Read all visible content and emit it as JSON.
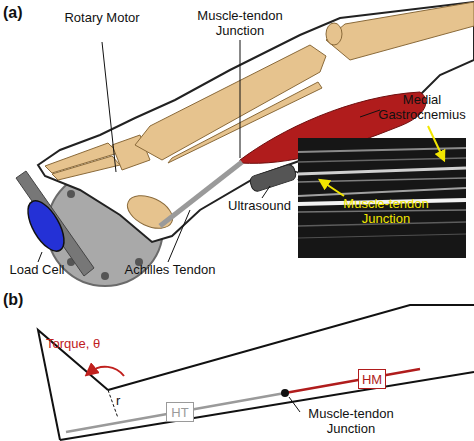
{
  "diagram": {
    "nodes": [
      {
        "text": [
          "Muscle-tendon Junction"
        ]
      },
      {
        "text": [
          "HT"
        ]
      },
      {
        "text": [
          "HM"
        ]
      }
    ],
    "edges": [],
    "labels": [
      "(a)",
      "Rotary Motor",
      "Muscle-tendon Junction",
      "Medial Gastrocnemius",
      "Load Cell",
      "Ultrasound",
      "Achilles Tendon",
      "(b)",
      "Torque, θ",
      "r",
      "Muscle-tendon Junction"
    ]
  }
}
